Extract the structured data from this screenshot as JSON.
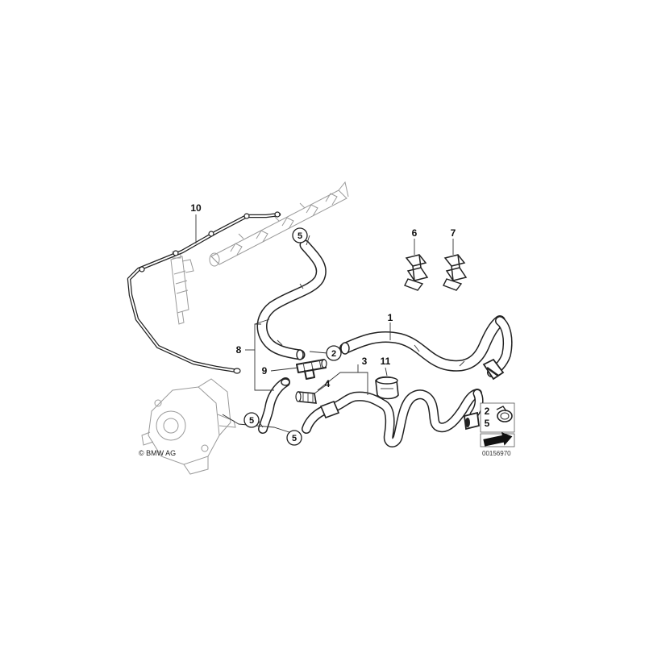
{
  "callouts": {
    "c1": "1",
    "c3": "3",
    "c4": "4",
    "c6": "6",
    "c7": "7",
    "c8": "8",
    "c9": "9",
    "c10": "10",
    "c11": "11"
  },
  "circled_callouts": {
    "c5_top": "5",
    "c2": "2",
    "c5_mid": "5",
    "c5_bottom": "5"
  },
  "legend": {
    "line1": "2",
    "line2": "5"
  },
  "copyright": "© BMW AG",
  "reference_id": "00156970"
}
